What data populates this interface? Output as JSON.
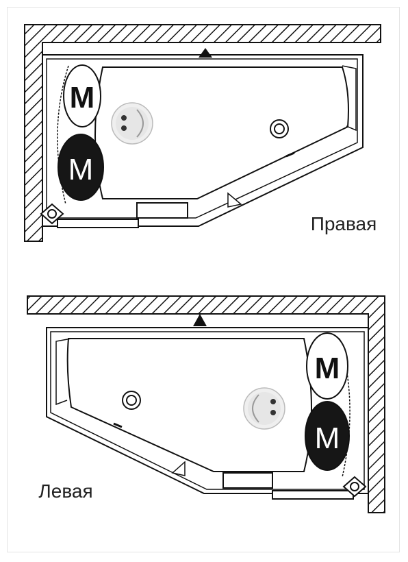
{
  "diagrams": [
    {
      "label": "Правая",
      "massage_light": "M",
      "massage_dark": "M"
    },
    {
      "label": "Левая",
      "massage_light": "M",
      "massage_dark": "M"
    }
  ]
}
